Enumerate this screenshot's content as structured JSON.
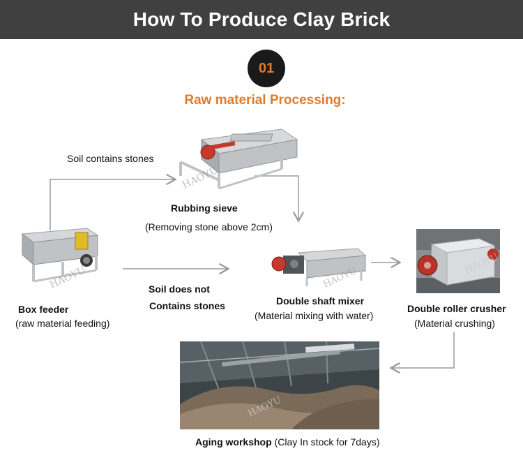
{
  "header": {
    "title": "How To Produce Clay Brick"
  },
  "step": {
    "number": "01",
    "title": "Raw material Processing:"
  },
  "watermark": "HAOYU",
  "nodes": {
    "box_feeder": {
      "name": "Box feeder",
      "desc": "(raw material feeding)"
    },
    "rubbing_sieve": {
      "name": "Rubbing sieve",
      "desc": "(Removing stone above 2cm)"
    },
    "double_shaft_mixer": {
      "name": "Double shaft mixer",
      "desc": "(Material mixing with water)"
    },
    "double_roller_crusher": {
      "name": "Double roller crusher",
      "desc": "(Material crushing)"
    },
    "aging_workshop": {
      "name": "Aging workshop",
      "desc": " (Clay In stock for 7days)"
    }
  },
  "edges": {
    "soil_with_stones": "Soil contains stones",
    "soil_no_stones_line1": "Soil does not",
    "soil_no_stones_line2": "Contains stones"
  },
  "colors": {
    "accent": "#e07b2a",
    "banner": "#404040",
    "arrow": "#9a9a9a"
  }
}
